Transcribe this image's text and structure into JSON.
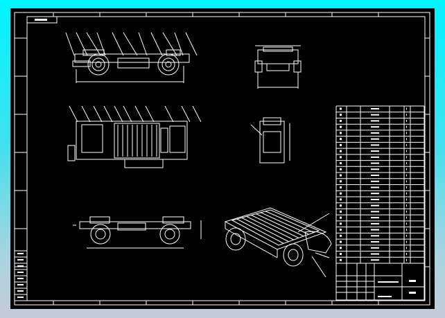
{
  "window": {
    "background_top": "#00f4ff",
    "background_bottom": "#c4ccd8",
    "sheet_color": "#000000",
    "line_color": "#ffffff"
  },
  "drawing": {
    "views": [
      "side-view",
      "front-view",
      "top-view",
      "section-view",
      "bottom-side-view",
      "isometric-view"
    ],
    "parts_list_rows": 25,
    "left_table_rows": 8
  }
}
